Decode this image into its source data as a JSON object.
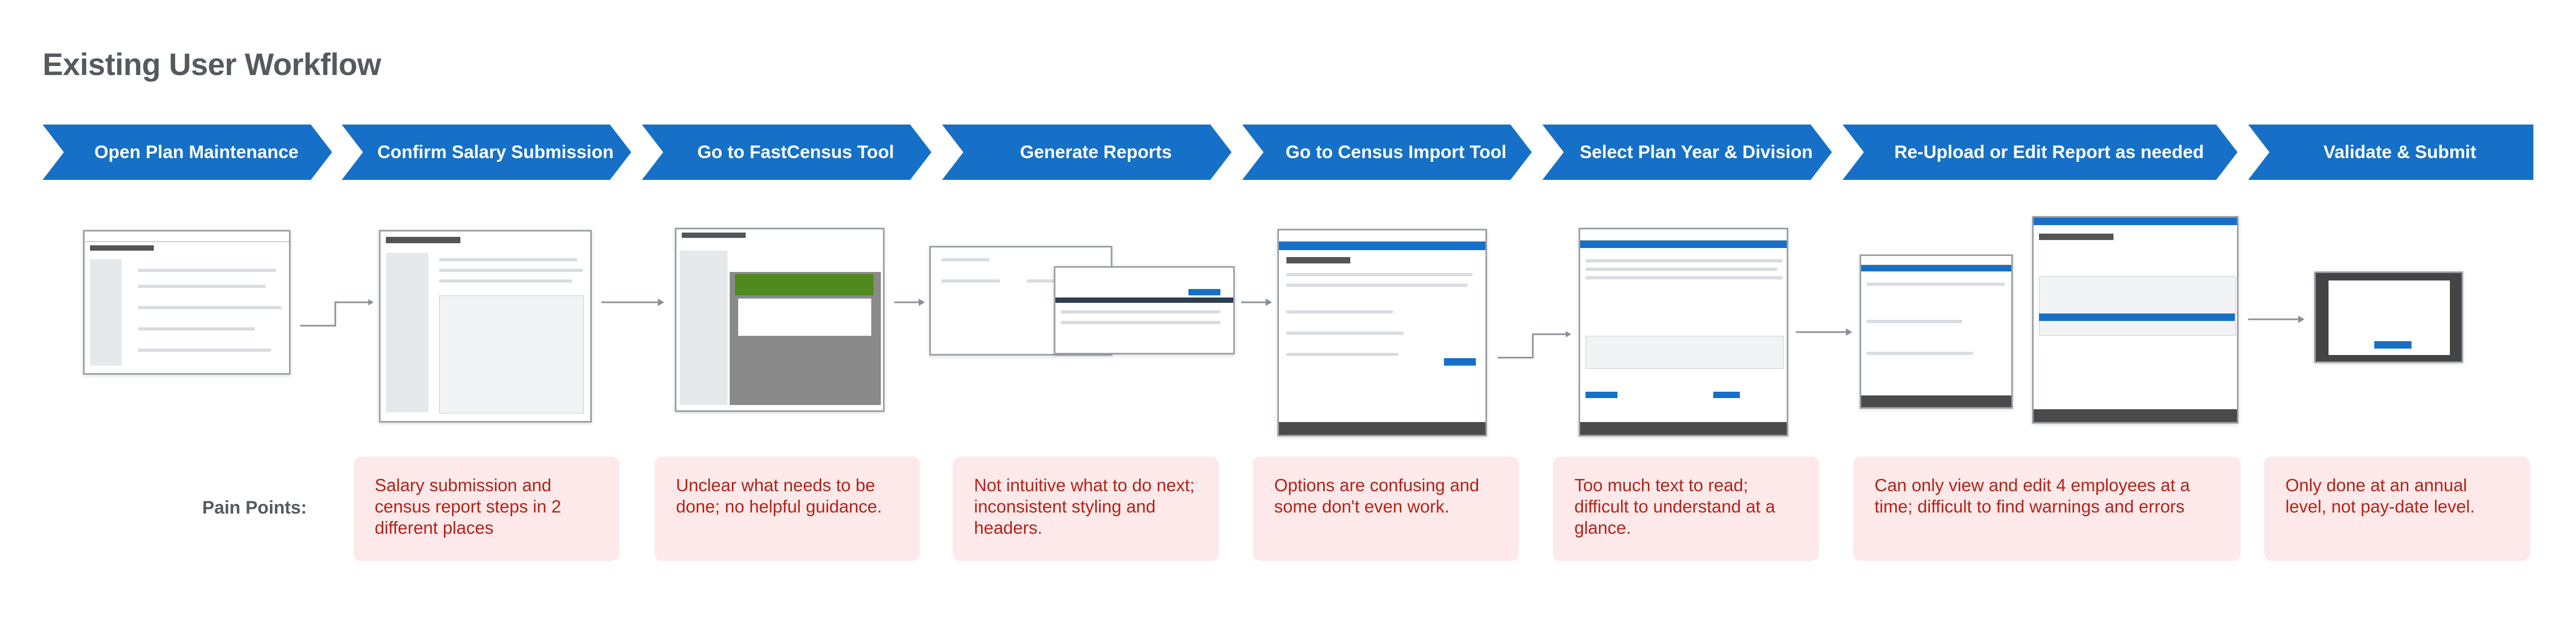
{
  "title": "Existing User Workflow",
  "steps": [
    "Open Plan Maintenance",
    "Confirm Salary Submission",
    "Go to FastCensus Tool",
    "Generate Reports",
    "Go to Census Import Tool",
    "Select Plan Year & Division",
    "Re-Upload or Edit Report as needed",
    "Validate & Submit"
  ],
  "pain_label": "Pain Points:",
  "pain_points": [
    "Salary submission and census report steps in 2 different places",
    "Unclear what needs to be done; no helpful guidance.",
    "Not intuitive what to do next; inconsistent styling and headers.",
    "Options are confusing and some don't even work.",
    "Too much text to read; difficult to understand at a glance.",
    "Can only view and edit 4 employees at a time; difficult to find warnings and errors",
    "Only done at an annual level, not pay-date level."
  ],
  "colors": {
    "chevron": "#1670c7",
    "pain_bg": "#fde9ea",
    "pain_text": "#b42318",
    "title": "#555a60"
  }
}
